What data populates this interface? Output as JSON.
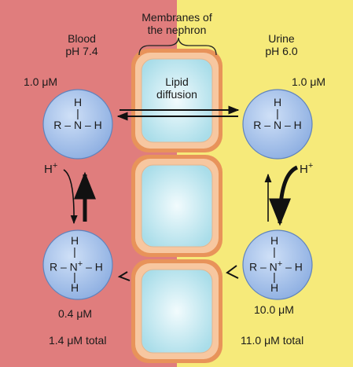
{
  "colors": {
    "blood_bg": "#e07d7d",
    "urine_bg": "#f6ea7a",
    "molecule_fill": "#9dbbe6",
    "membrane_border": "#e8935a",
    "cell_fill": "#bfe8f0"
  },
  "membrane_label": {
    "line1": "Membranes of",
    "line2": "the nephron"
  },
  "lipid_label": {
    "line1": "Lipid",
    "line2": "diffusion"
  },
  "blood": {
    "title": "Blood",
    "ph": "pH 7.4",
    "neutral_conc": "1.0 μM",
    "ion_conc": "0.4 μM",
    "total": "1.4 μM total",
    "proton": "H+"
  },
  "urine": {
    "title": "Urine",
    "ph": "pH 6.0",
    "neutral_conc": "1.0 μM",
    "ion_conc": "10.0 μM",
    "total": "11.0 μM total",
    "proton": "H+"
  },
  "amine_neutral": {
    "h": "H",
    "row": "R – N – H"
  },
  "amine_ion": {
    "h": "H",
    "row_left": "R – N",
    "plus": "+",
    "row_right": "– H"
  }
}
